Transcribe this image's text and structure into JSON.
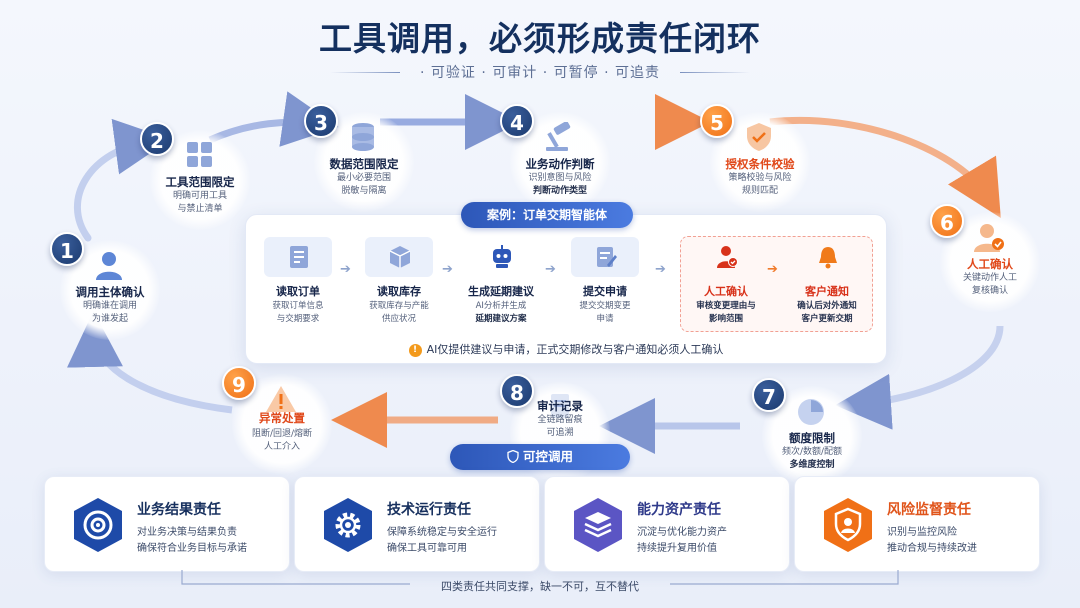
{
  "header": {
    "title": "工具调用，必须形成责任闭环",
    "subtitle": "· 可验证 · 可审计 · 可暂停 · 可追责"
  },
  "colors": {
    "navy": "#1b3a6e",
    "orange": "#f07016",
    "red": "#d8321a",
    "blue": "#2d57b8"
  },
  "steps": [
    {
      "num": "1",
      "name": "调用主体确认",
      "desc1": "明确谁在调用",
      "desc2": "为谁发起",
      "icon": "user-icon",
      "highlight": false
    },
    {
      "num": "2",
      "name": "工具范围限定",
      "desc1": "明确可用工具",
      "desc2": "与禁止清单",
      "icon": "grid-icon",
      "highlight": false
    },
    {
      "num": "3",
      "name": "数据范围限定",
      "desc1": "最小必要范围",
      "desc2": "脱敏与隔离",
      "icon": "database-icon",
      "highlight": false
    },
    {
      "num": "4",
      "name": "业务动作判断",
      "desc1": "识别意图与风险",
      "desc2": "判断动作类型",
      "icon": "gavel-icon",
      "highlight": false
    },
    {
      "num": "5",
      "name": "授权条件校验",
      "desc1": "策略校验与风险",
      "desc2": "规则匹配",
      "icon": "shield-icon",
      "highlight": true
    },
    {
      "num": "6",
      "name": "人工确认",
      "desc1": "关键动作人工",
      "desc2": "复核确认",
      "icon": "user-check-icon",
      "highlight": true
    },
    {
      "num": "7",
      "name": "额度限制",
      "desc1": "频次/数额/配额",
      "desc2": "多维度控制",
      "icon": "gauge-icon",
      "highlight": false
    },
    {
      "num": "8",
      "name": "审计记录",
      "desc1": "全链路留痕",
      "desc2": "可追溯",
      "icon": "document-icon",
      "highlight": false
    },
    {
      "num": "9",
      "name": "异常处置",
      "desc1": "阻断/回退/熔断",
      "desc2": "人工介入",
      "icon": "warning-icon",
      "highlight": true
    }
  ],
  "case": {
    "label": "案例：订单交期智能体",
    "steps": [
      {
        "name": "读取订单",
        "desc1": "获取订单信息",
        "desc2": "与交期要求",
        "icon": "order-icon"
      },
      {
        "name": "读取库存",
        "desc1": "获取库存与产能",
        "desc2": "供应状况",
        "icon": "box-icon"
      },
      {
        "name": "生成延期建议",
        "desc1": "AI分析并生成",
        "desc2": "延期建议方案",
        "icon": "robot-icon"
      },
      {
        "name": "提交申请",
        "desc1": "提交交期变更",
        "desc2": "申请",
        "icon": "form-icon"
      },
      {
        "name": "人工确认",
        "desc1": "审核变更理由与",
        "desc2": "影响范围",
        "icon": "person-check-icon"
      },
      {
        "name": "客户通知",
        "desc1": "确认后对外通知",
        "desc2": "客户更新交期",
        "icon": "bell-icon"
      }
    ],
    "notice": "AI仅提供建议与申请，正式交期修改与客户通知必须人工确认",
    "notice_icon": "!"
  },
  "control": {
    "label": "可控调用",
    "icon": "shield-icon"
  },
  "cards": [
    {
      "title": "业务结果责任",
      "line1": "对业务决策与结果负责",
      "line2": "确保符合业务目标与承诺",
      "icon": "target-icon"
    },
    {
      "title": "技术运行责任",
      "line1": "保障系统稳定与安全运行",
      "line2": "确保工具可靠可用",
      "icon": "gear-icon"
    },
    {
      "title": "能力资产责任",
      "line1": "沉淀与优化能力资产",
      "line2": "持续提升复用价值",
      "icon": "layers-icon"
    },
    {
      "title": "风险监督责任",
      "line1": "识别与监控风险",
      "line2": "推动合规与持续改进",
      "icon": "shield-user-icon"
    }
  ],
  "footer": "四类责任共同支撑，缺一不可，互不替代"
}
